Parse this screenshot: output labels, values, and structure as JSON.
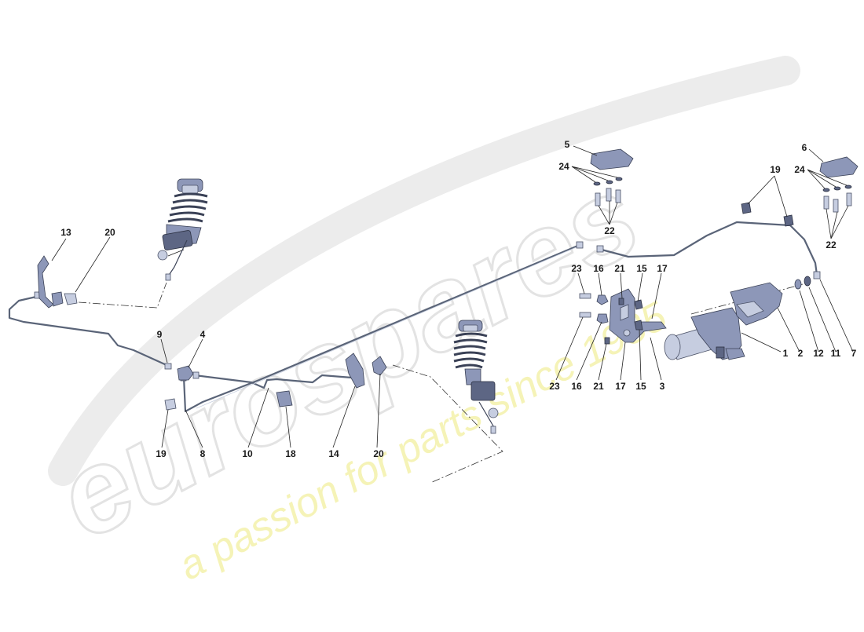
{
  "watermark": {
    "brand": "eurospares",
    "tagline": "a passion for parts since 1985",
    "brand_color": "#e6e6e6",
    "tagline_color": "#f5f2a8"
  },
  "callouts": {
    "c1": "1",
    "c2": "2",
    "c3": "3",
    "c4": "4",
    "c5": "5",
    "c6": "6",
    "c7": "7",
    "c8": "8",
    "c9": "9",
    "c10": "10",
    "c11": "11",
    "c12": "12",
    "c13": "13",
    "c14": "14",
    "c15a": "15",
    "c15b": "15",
    "c16a": "16",
    "c16b": "16",
    "c17a": "17",
    "c17b": "17",
    "c18": "18",
    "c19a": "19",
    "c19b": "19",
    "c20a": "20",
    "c20b": "20",
    "c21a": "21",
    "c21b": "21",
    "c22a": "22",
    "c22b": "22",
    "c23a": "23",
    "c23b": "23",
    "c24a": "24",
    "c24b": "24"
  },
  "colors": {
    "part": "#8d97b8",
    "pipe": "#5a6478",
    "outline": "#3a4156"
  }
}
